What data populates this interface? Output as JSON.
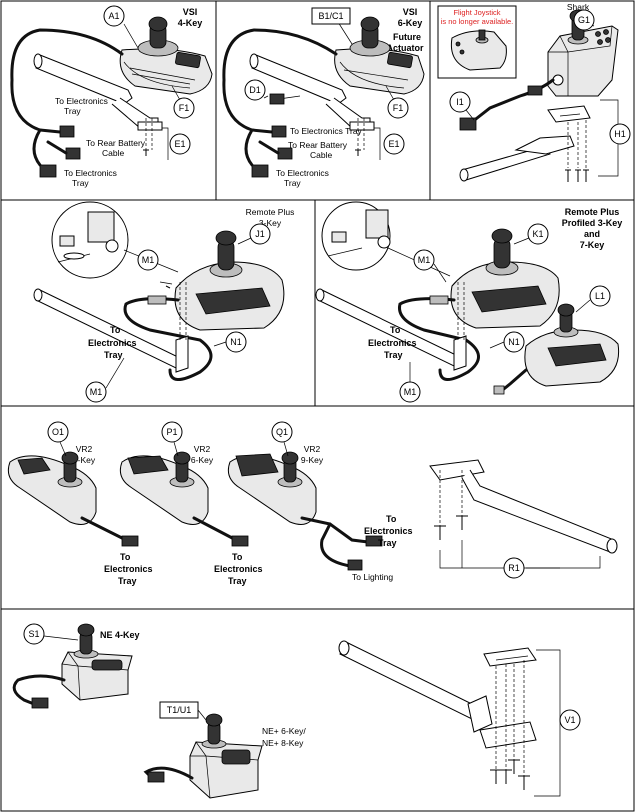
{
  "panels": {
    "vsi4": {
      "model": "VSI",
      "keys": "4-Key"
    },
    "vsi6": {
      "model": "VSI",
      "keys": "6-Key",
      "note": "Future",
      "note2": "Actuator"
    },
    "shark": {
      "title": "Shark",
      "warning_line1": "Flight Joystick",
      "warning_line2": "is no longer available."
    },
    "remote3": {
      "title_line1": "Remote Plus",
      "title_line2": "3-Key"
    },
    "remote7": {
      "title_line1": "Remote Plus",
      "title_line2": "Profiled 3-Key",
      "title_line3": "and",
      "title_line4": "7-Key"
    },
    "vr2_4": {
      "model": "VR2",
      "keys": "4-Key"
    },
    "vr2_6": {
      "model": "VR2",
      "keys": "6-Key"
    },
    "vr2_9": {
      "model": "VR2",
      "keys": "9-Key"
    },
    "ne4": {
      "title": "NE 4-Key"
    },
    "ne8": {
      "title_line1": "NE+ 6-Key/",
      "title_line2": "NE+ 8-Key"
    }
  },
  "labels": {
    "to_electronics_tray": "To Electronics Tray",
    "to_electronics": "To Electronics",
    "tray": "Tray",
    "to_rear_battery": "To Rear Battery",
    "cable": "Cable",
    "to_lighting": "To Lighting"
  },
  "callouts": {
    "A1": "A1",
    "B1C1": "B1/C1",
    "D1": "D1",
    "E1a": "E1",
    "E1b": "E1",
    "F1a": "F1",
    "F1b": "F1",
    "G1": "G1",
    "H1": "H1",
    "I1": "I1",
    "J1": "J1",
    "K1": "K1",
    "L1": "L1",
    "M1a": "M1",
    "M1b": "M1",
    "M1c": "M1",
    "M1d": "M1",
    "N1a": "N1",
    "N1b": "N1",
    "O1": "O1",
    "P1": "P1",
    "Q1": "Q1",
    "R1": "R1",
    "S1": "S1",
    "T1U1": "T1/U1",
    "V1": "V1"
  },
  "colors": {
    "warning_text": "#dd2222",
    "line": "#000000"
  }
}
